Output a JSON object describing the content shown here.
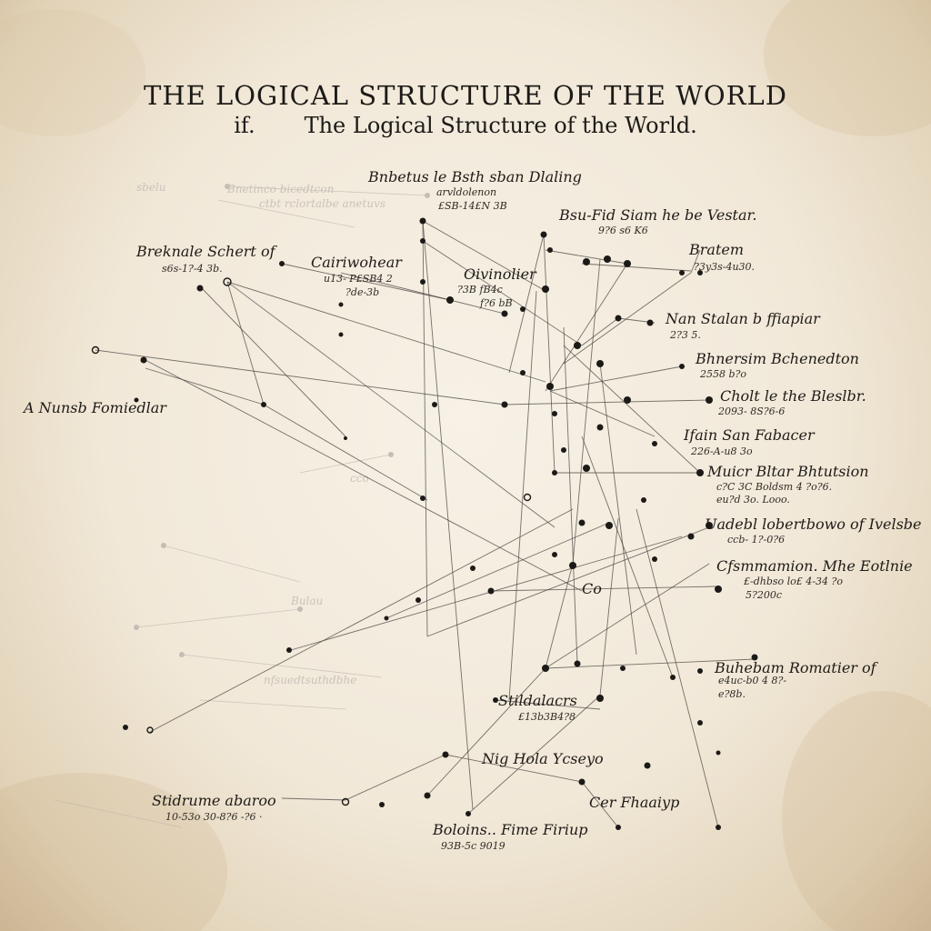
{
  "header": {
    "title": "THE LOGICAL STRUCTURE OF THE WORLD",
    "subtitle_prefix": "if.",
    "subtitle": "The Logical Structure of the World."
  },
  "labels": [
    {
      "id": "n1",
      "text": "Bnbetus le Bsth sban Dlaling",
      "sub": "arvldolenon",
      "sub2": "£SB-14£N 3B"
    },
    {
      "id": "n2",
      "text": "Bsu-Fid Siam he be Vestar.",
      "sub": "9?6 s6 K6"
    },
    {
      "id": "n3",
      "text": "Bratem",
      "sub": "?3y3s-4u30."
    },
    {
      "id": "n4",
      "text": "Breknale Schert of",
      "sub": "s6s-1?-4 3b."
    },
    {
      "id": "n5",
      "text": "Cairiwohear",
      "sub": "u13- P£SB4 2",
      "sub2": "?de-3b"
    },
    {
      "id": "n6",
      "text": "Oivinolier",
      "sub": "?3B fB4c",
      "sub2": "f?6 bB"
    },
    {
      "id": "n7",
      "text": "Nan Stalan b ffiapiar",
      "sub": "2?3 5."
    },
    {
      "id": "n8",
      "text": "Bhnersim Bchenedton",
      "sub": "2558 b?o"
    },
    {
      "id": "n9",
      "text": "A Nunsb Fomiedlar",
      "sub": ""
    },
    {
      "id": "n10",
      "text": "Cholt le the Bleslbr.",
      "sub": "2093- 8S?6-6"
    },
    {
      "id": "n11",
      "text": "Ifain San Fabacer",
      "sub": "226-A-u8 3o"
    },
    {
      "id": "n12",
      "text": "Muicr Bltar Bhtutsion",
      "sub": "c?C 3C Boldsm 4 ?o?6.",
      "sub2": "eu?d 3o. Looo."
    },
    {
      "id": "n13",
      "text": "Uadebl lobertbowo of Ivelsbe",
      "sub": "ccb- 1?-0?6"
    },
    {
      "id": "n14",
      "text": "Cfsmmamion. Mhe Eotlnie",
      "sub": "£-dhbso lo£ 4-34 ?o",
      "sub2": "5?200c"
    },
    {
      "id": "n15",
      "text": "Co",
      "sub": ""
    },
    {
      "id": "n16",
      "text": "Buhebam Romatier of",
      "sub": "e4uc-b0 4 8?-",
      "sub2": "e?8b."
    },
    {
      "id": "n17",
      "text": "Stildalacrs",
      "sub": "£13b3B4?8"
    },
    {
      "id": "n18",
      "text": "Nig Hola Ycseyo",
      "sub": ""
    },
    {
      "id": "n19",
      "text": "Stidrume abaroo",
      "sub": "10-53o 30-8?6 -?6 ·"
    },
    {
      "id": "n20",
      "text": "Cer Fhaaiyp",
      "sub": ""
    },
    {
      "id": "n21",
      "text": "Boloins.. Fime Firiup",
      "sub": "93B-5c 9019"
    }
  ],
  "faint_labels": [
    "Bnetinco bicedtcon",
    "ctbt rclortalbe anetuvs",
    "nfsuedtsuthdbhe",
    "Bulau",
    "cco",
    "sbelu"
  ]
}
